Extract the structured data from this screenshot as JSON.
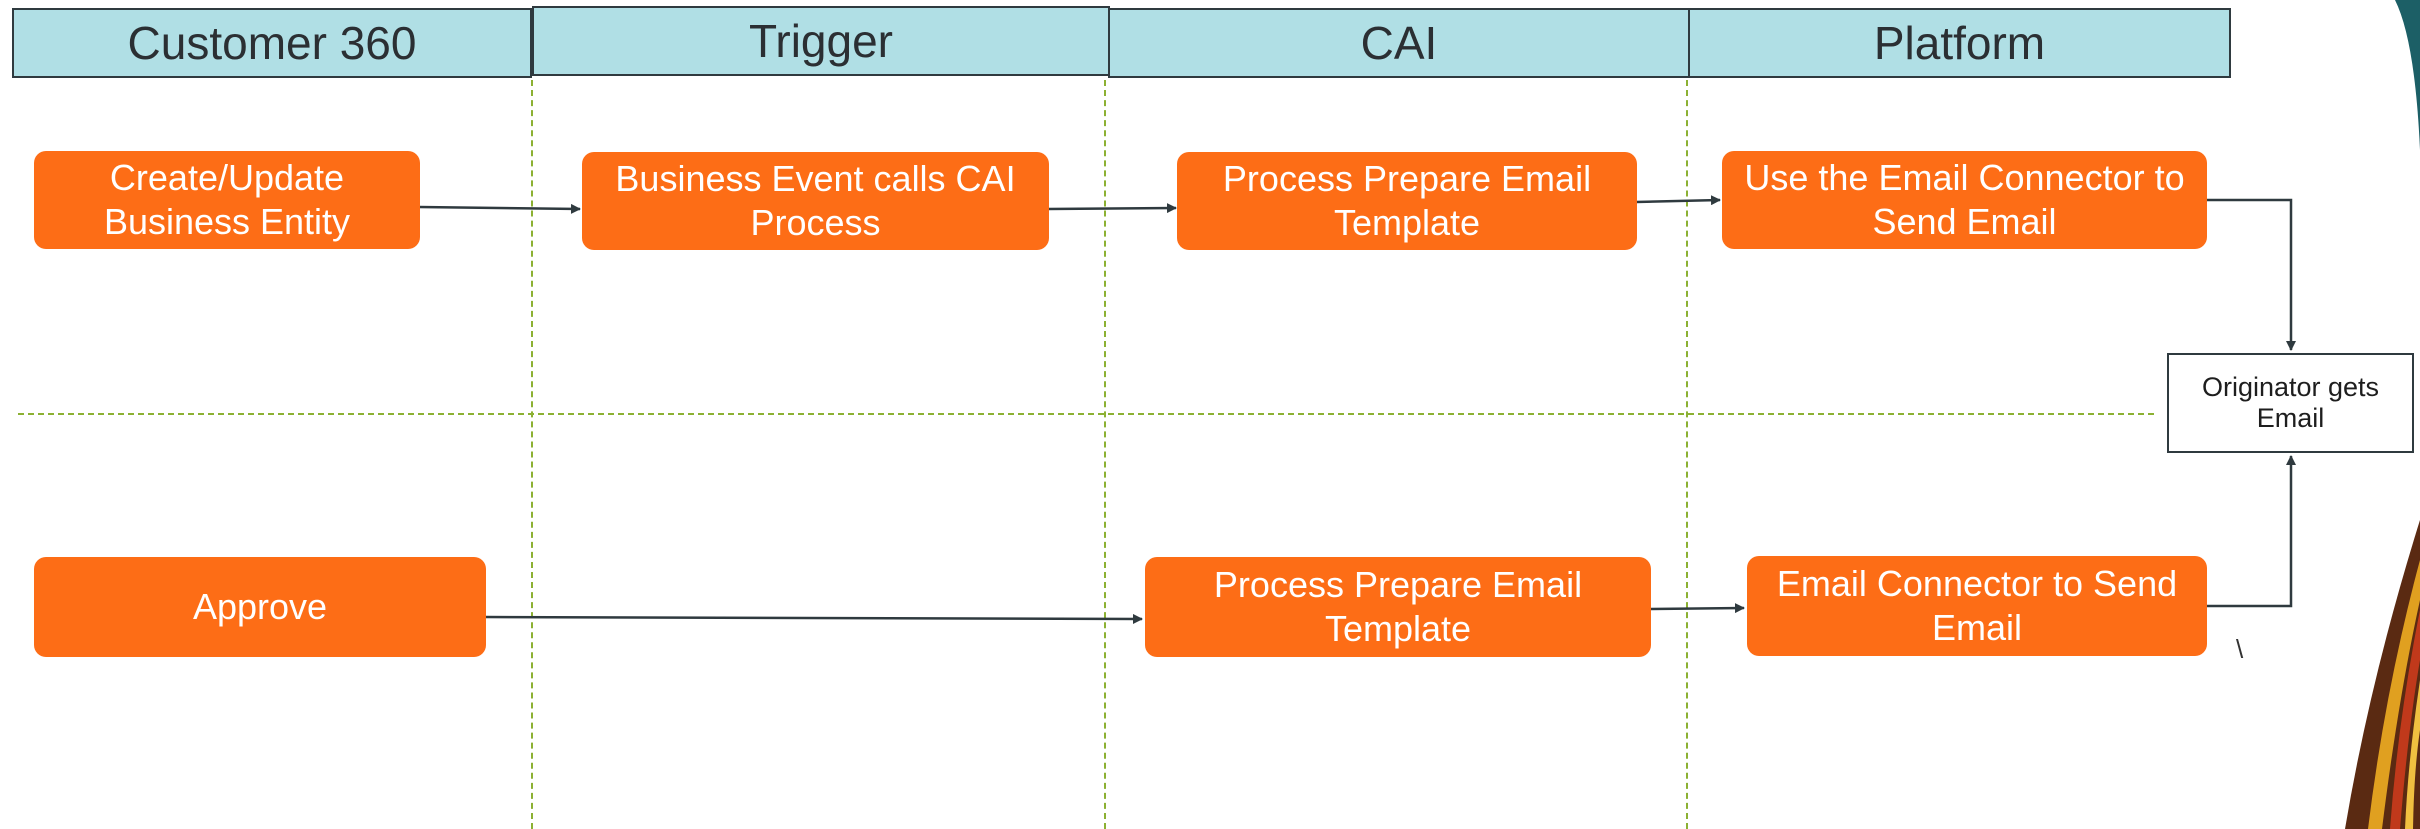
{
  "lanes": [
    "Customer 360",
    "Trigger",
    "CAI",
    "Platform"
  ],
  "nodes": {
    "create_update": "Create/Update Business Entity",
    "business_event": "Business Event calls CAI Process",
    "prepare_email_1": "Process Prepare Email Template",
    "use_connector": "Use the Email Connector to Send Email",
    "approve": "Approve",
    "prepare_email_2": "Process Prepare Email Template",
    "connector_send": "Email Connector to Send Email",
    "originator": "Originator gets Email"
  },
  "stray_mark": "\\",
  "colors": {
    "header_fill": "#b0dfe5",
    "box_fill": "#fd6d16",
    "divider": "#8cb133",
    "arrow": "#2f3a3f"
  }
}
